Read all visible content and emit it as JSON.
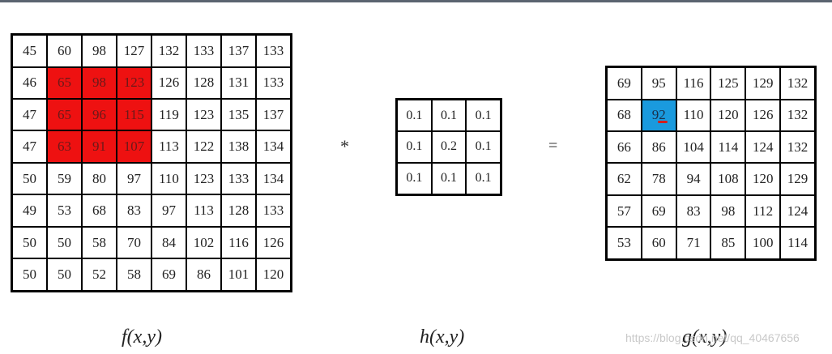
{
  "operators": {
    "convolve": "*",
    "equals": "="
  },
  "captions": {
    "f": "f(x,y)",
    "h": "h(x,y)",
    "g": "g(x,y)"
  },
  "watermark": "https://blog.csdn.net/qq_40467656",
  "colors": {
    "highlight_red": "#ee1111",
    "highlight_blue": "#1a9ade",
    "border": "#000000"
  },
  "f_matrix": [
    [
      "45",
      "60",
      "98",
      "127",
      "132",
      "133",
      "137",
      "133"
    ],
    [
      "46",
      "65",
      "98",
      "123",
      "126",
      "128",
      "131",
      "133"
    ],
    [
      "47",
      "65",
      "96",
      "115",
      "119",
      "123",
      "135",
      "137"
    ],
    [
      "47",
      "63",
      "91",
      "107",
      "113",
      "122",
      "138",
      "134"
    ],
    [
      "50",
      "59",
      "80",
      "97",
      "110",
      "123",
      "133",
      "134"
    ],
    [
      "49",
      "53",
      "68",
      "83",
      "97",
      "113",
      "128",
      "133"
    ],
    [
      "50",
      "50",
      "58",
      "70",
      "84",
      "102",
      "116",
      "126"
    ],
    [
      "50",
      "50",
      "52",
      "58",
      "69",
      "86",
      "101",
      "120"
    ]
  ],
  "f_highlight": {
    "rows": [
      1,
      2,
      3
    ],
    "cols": [
      1,
      2,
      3
    ]
  },
  "h_matrix": [
    [
      "0.1",
      "0.1",
      "0.1"
    ],
    [
      "0.1",
      "0.2",
      "0.1"
    ],
    [
      "0.1",
      "0.1",
      "0.1"
    ]
  ],
  "g_matrix": [
    [
      "69",
      "95",
      "116",
      "125",
      "129",
      "132"
    ],
    [
      "68",
      "92",
      "110",
      "120",
      "126",
      "132"
    ],
    [
      "66",
      "86",
      "104",
      "114",
      "124",
      "132"
    ],
    [
      "62",
      "78",
      "94",
      "108",
      "120",
      "129"
    ],
    [
      "57",
      "69",
      "83",
      "98",
      "112",
      "124"
    ],
    [
      "53",
      "60",
      "71",
      "85",
      "100",
      "114"
    ]
  ],
  "g_highlight": {
    "row": 1,
    "col": 1
  }
}
